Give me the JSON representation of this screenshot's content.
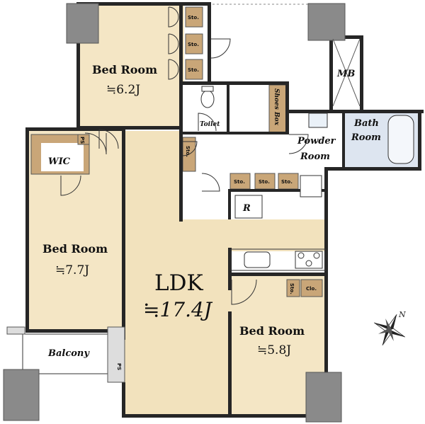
{
  "rooms": {
    "bedroom1": {
      "name": "Bed Room",
      "size": "≒6.2J"
    },
    "bedroom2": {
      "name": "Bed Room",
      "size": "≒7.7J"
    },
    "bedroom3": {
      "name": "Bed Room",
      "size": "≒5.8J"
    },
    "ldk": {
      "name": "LDK",
      "size": "≒17.4J"
    },
    "wic": "WIC",
    "toilet": "Toilet",
    "powder": [
      "Powder",
      "Room"
    ],
    "bath": [
      "Bath",
      "Room"
    ],
    "balcony": "Balcony",
    "mb": "MB",
    "refrigerator": "R",
    "shoes_box": "Shoes Box",
    "storage": "Sto.",
    "closet": "Clo.",
    "pipe_space": "PS"
  },
  "compass": {
    "north_label": "N"
  },
  "colors": {
    "floor": "#f4e6c5",
    "storage": "#c9a678",
    "wet_area": "#dde5f0",
    "wall": "#262626",
    "pillar": "#8a8a8a"
  }
}
